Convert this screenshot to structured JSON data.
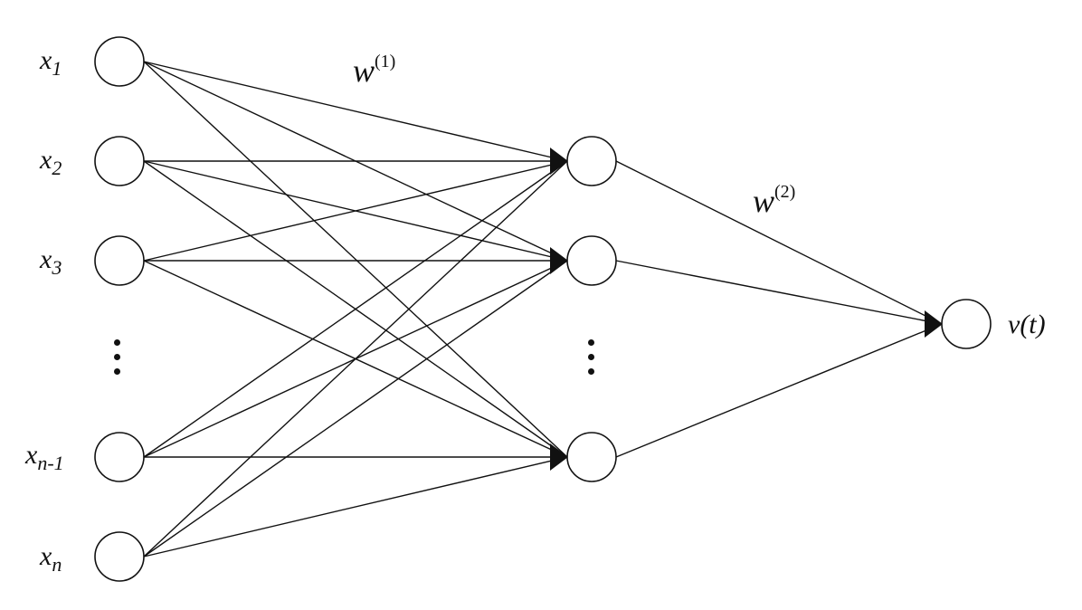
{
  "inputs": [
    {
      "base": "x",
      "sub": "1"
    },
    {
      "base": "x",
      "sub": "2"
    },
    {
      "base": "x",
      "sub": "3"
    },
    {
      "base": "x",
      "sub": "n-1"
    },
    {
      "base": "x",
      "sub": "n"
    }
  ],
  "weights": {
    "layer1": {
      "base": "w",
      "sup": "(1)"
    },
    "layer2": {
      "base": "w",
      "sup": "(2)"
    }
  },
  "output": {
    "label": "v(t)"
  }
}
